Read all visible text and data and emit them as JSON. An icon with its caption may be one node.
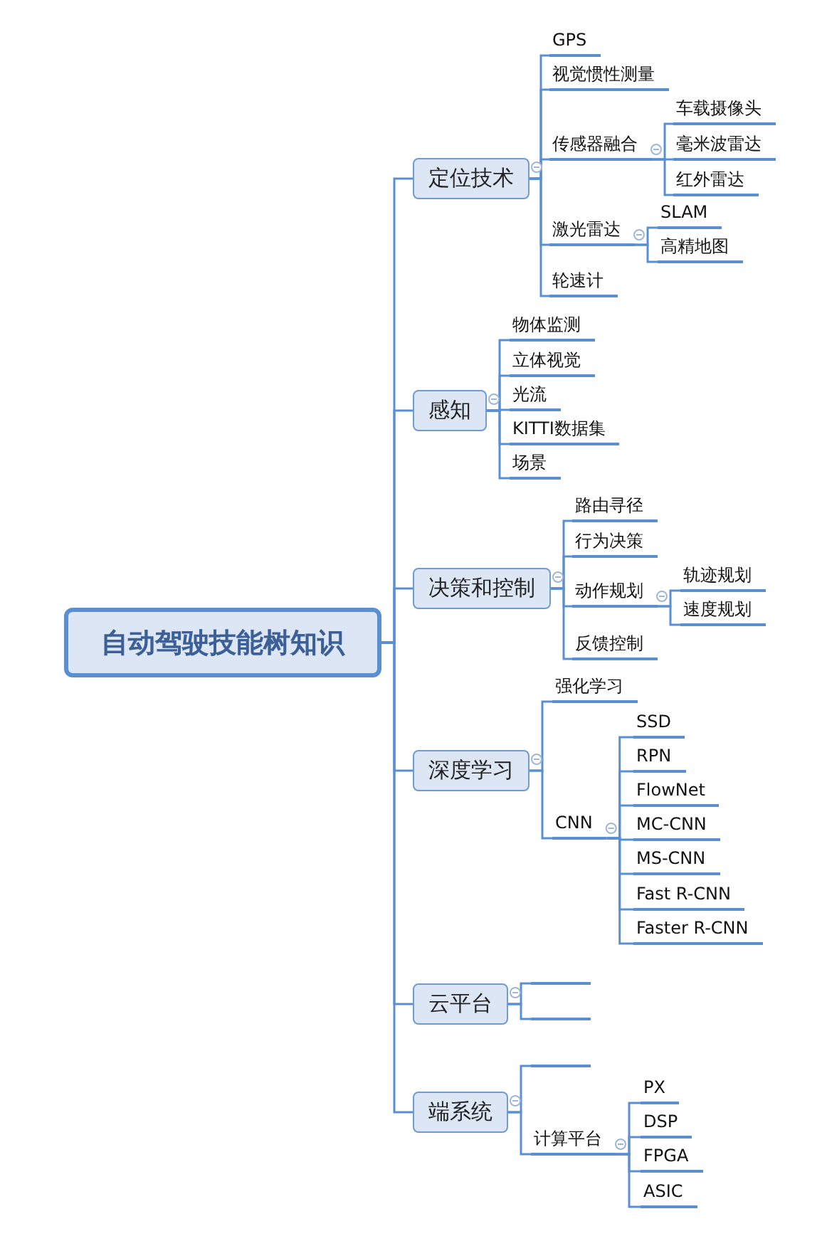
{
  "diagram": {
    "nodes": [
      {
        "text": [
          "自动驾驶技能树知识"
        ]
      },
      {
        "text": [
          "定位技术"
        ]
      },
      {
        "text": [
          "GPS"
        ]
      },
      {
        "text": [
          "视觉惯性测量"
        ]
      },
      {
        "text": [
          "传感器融合"
        ]
      },
      {
        "text": [
          "车载摄像头"
        ]
      },
      {
        "text": [
          "毫米波雷达"
        ]
      },
      {
        "text": [
          "红外雷达"
        ]
      },
      {
        "text": [
          "激光雷达"
        ]
      },
      {
        "text": [
          "SLAM"
        ]
      },
      {
        "text": [
          "高精地图"
        ]
      },
      {
        "text": [
          "轮速计"
        ]
      },
      {
        "text": [
          "感知"
        ]
      },
      {
        "text": [
          "物体监测"
        ]
      },
      {
        "text": [
          "立体视觉"
        ]
      },
      {
        "text": [
          "光流"
        ]
      },
      {
        "text": [
          "KITTI数据集"
        ]
      },
      {
        "text": [
          "场景"
        ]
      },
      {
        "text": [
          "决策和控制"
        ]
      },
      {
        "text": [
          "路由寻径"
        ]
      },
      {
        "text": [
          "行为决策"
        ]
      },
      {
        "text": [
          "动作规划"
        ]
      },
      {
        "text": [
          "轨迹规划"
        ]
      },
      {
        "text": [
          "速度规划"
        ]
      },
      {
        "text": [
          "反馈控制"
        ]
      },
      {
        "text": [
          "深度学习"
        ]
      },
      {
        "text": [
          "强化学习"
        ]
      },
      {
        "text": [
          "CNN"
        ]
      },
      {
        "text": [
          "SSD"
        ]
      },
      {
        "text": [
          "RPN"
        ]
      },
      {
        "text": [
          "FlowNet"
        ]
      },
      {
        "text": [
          "MC-CNN"
        ]
      },
      {
        "text": [
          "MS-CNN"
        ]
      },
      {
        "text": [
          "Fast R-CNN"
        ]
      },
      {
        "text": [
          "Faster R-CNN"
        ]
      },
      {
        "text": [
          "云平台"
        ]
      },
      {
        "text": [],
        "shape": "bar"
      },
      {
        "text": [],
        "shape": "bar"
      },
      {
        "text": [
          "端系统"
        ]
      },
      {
        "text": [],
        "shape": "bar"
      },
      {
        "text": [
          "计算平台"
        ]
      },
      {
        "text": [
          "PX"
        ]
      },
      {
        "text": [
          "DSP"
        ]
      },
      {
        "text": [
          "FPGA"
        ]
      },
      {
        "text": [
          "ASIC"
        ]
      }
    ],
    "edges": [
      {
        "from": 0,
        "to": 1,
        "arrow": "none"
      },
      {
        "from": 1,
        "to": 2,
        "arrow": "none"
      },
      {
        "from": 1,
        "to": 3,
        "arrow": "none"
      },
      {
        "from": 1,
        "to": 4,
        "arrow": "none"
      },
      {
        "from": 4,
        "to": 5,
        "arrow": "none"
      },
      {
        "from": 4,
        "to": 6,
        "arrow": "none"
      },
      {
        "from": 4,
        "to": 7,
        "arrow": "none"
      },
      {
        "from": 1,
        "to": 8,
        "arrow": "none"
      },
      {
        "from": 8,
        "to": 9,
        "arrow": "none"
      },
      {
        "from": 8,
        "to": 10,
        "arrow": "none"
      },
      {
        "from": 1,
        "to": 11,
        "arrow": "none"
      },
      {
        "from": 0,
        "to": 12,
        "arrow": "none"
      },
      {
        "from": 12,
        "to": 13,
        "arrow": "none"
      },
      {
        "from": 12,
        "to": 14,
        "arrow": "none"
      },
      {
        "from": 12,
        "to": 15,
        "arrow": "none"
      },
      {
        "from": 12,
        "to": 16,
        "arrow": "none"
      },
      {
        "from": 12,
        "to": 17,
        "arrow": "none"
      },
      {
        "from": 0,
        "to": 18,
        "arrow": "none"
      },
      {
        "from": 18,
        "to": 19,
        "arrow": "none"
      },
      {
        "from": 18,
        "to": 20,
        "arrow": "none"
      },
      {
        "from": 18,
        "to": 21,
        "arrow": "none"
      },
      {
        "from": 21,
        "to": 22,
        "arrow": "none"
      },
      {
        "from": 21,
        "to": 23,
        "arrow": "none"
      },
      {
        "from": 18,
        "to": 24,
        "arrow": "none"
      },
      {
        "from": 0,
        "to": 25,
        "arrow": "none"
      },
      {
        "from": 25,
        "to": 26,
        "arrow": "none"
      },
      {
        "from": 25,
        "to": 27,
        "arrow": "none"
      },
      {
        "from": 27,
        "to": 28,
        "arrow": "none"
      },
      {
        "from": 27,
        "to": 29,
        "arrow": "none"
      },
      {
        "from": 27,
        "to": 30,
        "arrow": "none"
      },
      {
        "from": 27,
        "to": 31,
        "arrow": "none"
      },
      {
        "from": 27,
        "to": 32,
        "arrow": "none"
      },
      {
        "from": 27,
        "to": 33,
        "arrow": "none"
      },
      {
        "from": 27,
        "to": 34,
        "arrow": "none"
      },
      {
        "from": 0,
        "to": 35,
        "arrow": "none"
      },
      {
        "from": 35,
        "to": 36,
        "arrow": "none"
      },
      {
        "from": 35,
        "to": 37,
        "arrow": "none"
      },
      {
        "from": 0,
        "to": 38,
        "arrow": "none"
      },
      {
        "from": 38,
        "to": 39,
        "arrow": "none"
      },
      {
        "from": 38,
        "to": 40,
        "arrow": "none"
      },
      {
        "from": 40,
        "to": 41,
        "arrow": "none"
      },
      {
        "from": 40,
        "to": 42,
        "arrow": "none"
      },
      {
        "from": 40,
        "to": 43,
        "arrow": "none"
      },
      {
        "from": 40,
        "to": 44,
        "arrow": "none"
      }
    ]
  }
}
